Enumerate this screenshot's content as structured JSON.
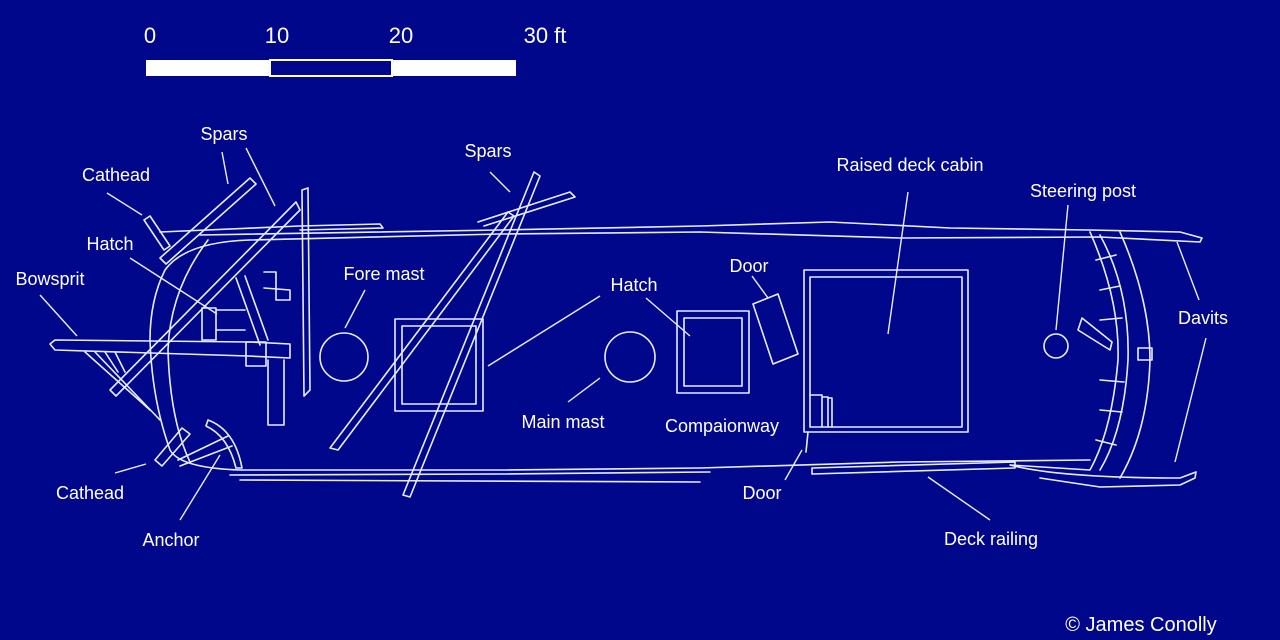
{
  "scale_bar": {
    "ticks": [
      "0",
      "10",
      "20",
      "30 ft"
    ]
  },
  "labels": {
    "spars_fore": "Spars",
    "cathead_top": "Cathead",
    "hatch_fore": "Hatch",
    "bowsprit": "Bowsprit",
    "fore_mast": "Fore mast",
    "spars_main": "Spars",
    "hatch_main": "Hatch",
    "door_top": "Door",
    "raised_deck_cabin": "Raised deck cabin",
    "steering_post": "Steering post",
    "davits": "Davits",
    "main_mast": "Main mast",
    "companionway": "Compaionway",
    "door_bottom": "Door",
    "deck_railing": "Deck railing",
    "cathead_bottom": "Cathead",
    "anchor": "Anchor"
  },
  "credit": "© James Conolly",
  "colors": {
    "background": "#01078a",
    "line": "#e8ecff"
  }
}
